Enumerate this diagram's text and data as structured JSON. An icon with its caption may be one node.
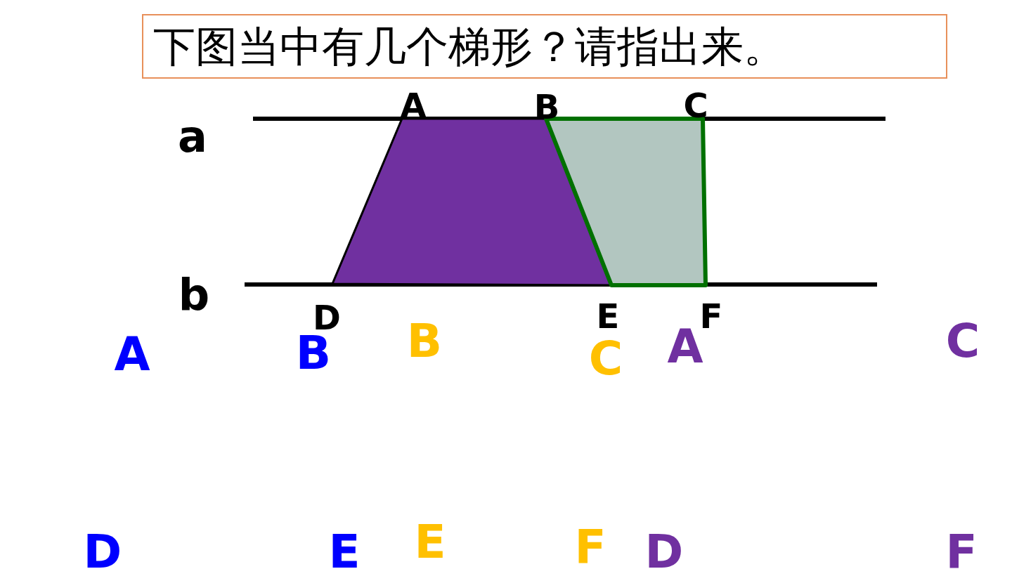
{
  "diagram": {
    "title": "下图当中有几个梯形？请指出来。",
    "labels": [
      "A",
      "B",
      "C",
      "a",
      "b",
      "D",
      "E",
      "F",
      "A",
      "B",
      "B",
      "C",
      "A",
      "C",
      "D",
      "E",
      "E",
      "F",
      "D",
      "F"
    ]
  }
}
